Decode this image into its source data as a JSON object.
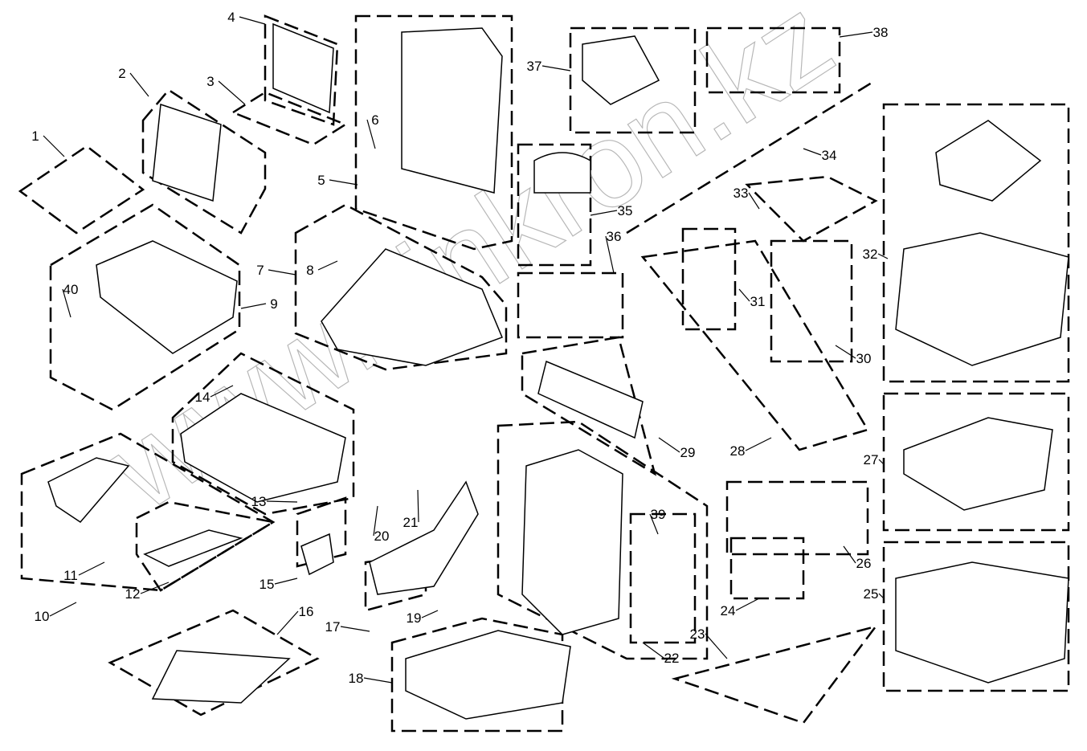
{
  "diagram": {
    "type": "exploded parts diagram",
    "callouts": [
      "1",
      "2",
      "3",
      "4",
      "5",
      "6",
      "7",
      "8",
      "9",
      "10",
      "11",
      "12",
      "13",
      "14",
      "15",
      "16",
      "17",
      "18",
      "19",
      "20",
      "21",
      "22",
      "23",
      "24",
      "25",
      "26",
      "27",
      "28",
      "29",
      "30",
      "31",
      "32",
      "33",
      "34",
      "35",
      "36",
      "37",
      "38",
      "39",
      "40"
    ],
    "watermark": "www.sinkron.kz",
    "line_color": "#000000",
    "background": "#ffffff"
  }
}
